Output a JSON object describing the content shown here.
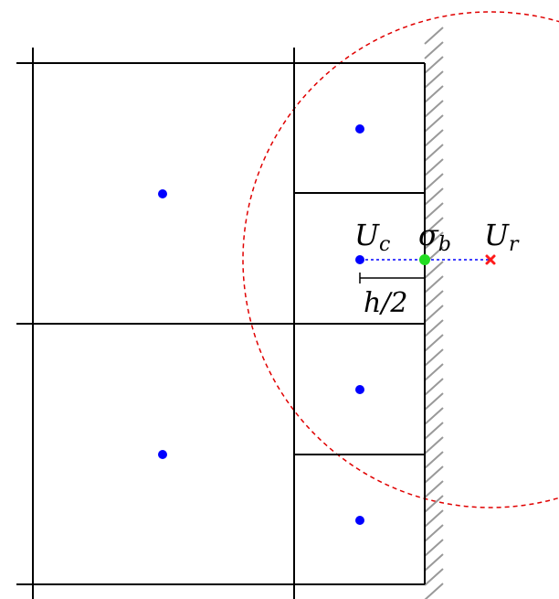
{
  "labels": {
    "cell_center_symbol": "U",
    "cell_center_subscript": "c",
    "boundary_symbol": "σ",
    "boundary_subscript": "b",
    "reflected_symbol": "U",
    "reflected_subscript": "r",
    "spacing_label": "h/2"
  },
  "colors": {
    "grid_line": "#000000",
    "wall_hatch": "#999999",
    "cell_center": "#0000ff",
    "boundary_point": "#22dd22",
    "reflected_point": "#ff1a1a",
    "dashed_segment": "#0000ff",
    "stencil_circle": "#e00000"
  },
  "markers": {
    "cell_center": "dot",
    "boundary_point": "dot",
    "reflected_point": "x-mark"
  }
}
